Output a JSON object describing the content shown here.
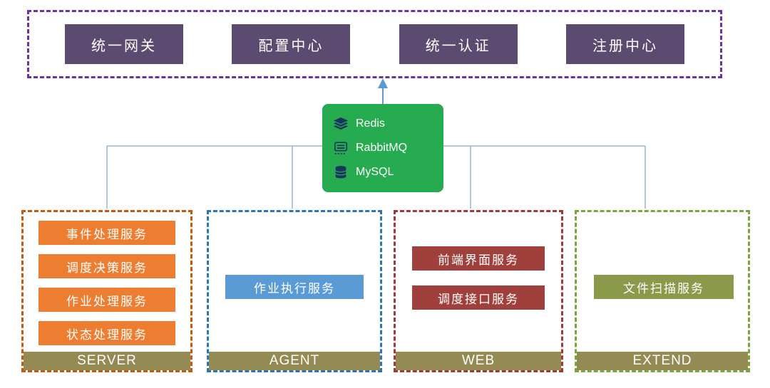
{
  "top_group": {
    "items": [
      {
        "label": "统一网关"
      },
      {
        "label": "配置中心"
      },
      {
        "label": "统一认证"
      },
      {
        "label": "注册中心"
      }
    ]
  },
  "middleware": {
    "items": [
      {
        "icon": "redis-icon",
        "label": "Redis"
      },
      {
        "icon": "rabbitmq-icon",
        "label": "RabbitMQ"
      },
      {
        "icon": "mysql-icon",
        "label": "MySQL"
      }
    ]
  },
  "groups": {
    "server": {
      "label": "SERVER",
      "services": [
        {
          "label": "事件处理服务"
        },
        {
          "label": "调度决策服务"
        },
        {
          "label": "作业处理服务"
        },
        {
          "label": "状态处理服务"
        }
      ]
    },
    "agent": {
      "label": "AGENT",
      "services": [
        {
          "label": "作业执行服务"
        }
      ]
    },
    "web": {
      "label": "WEB",
      "services": [
        {
          "label": "前端界面服务"
        },
        {
          "label": "调度接口服务"
        }
      ]
    },
    "extend": {
      "label": "EXTEND",
      "services": [
        {
          "label": "文件扫描服务"
        }
      ]
    }
  },
  "colors": {
    "top_border": "#7030A0",
    "top_box": "#5C4B70",
    "middleware_bg": "#27AB50",
    "icon_navy": "#17375E",
    "server_border": "#C55A11",
    "server_box": "#ED7D31",
    "agent_border": "#2E75B6",
    "agent_box": "#5B9BD5",
    "web_border": "#9E3B38",
    "web_box": "#A0403D",
    "extend_border": "#7CA43E",
    "extend_box": "#8A9A4A",
    "group_bar": "#948A54",
    "connector_line": "#95B3D7",
    "arrow": "#5B9BD5"
  }
}
